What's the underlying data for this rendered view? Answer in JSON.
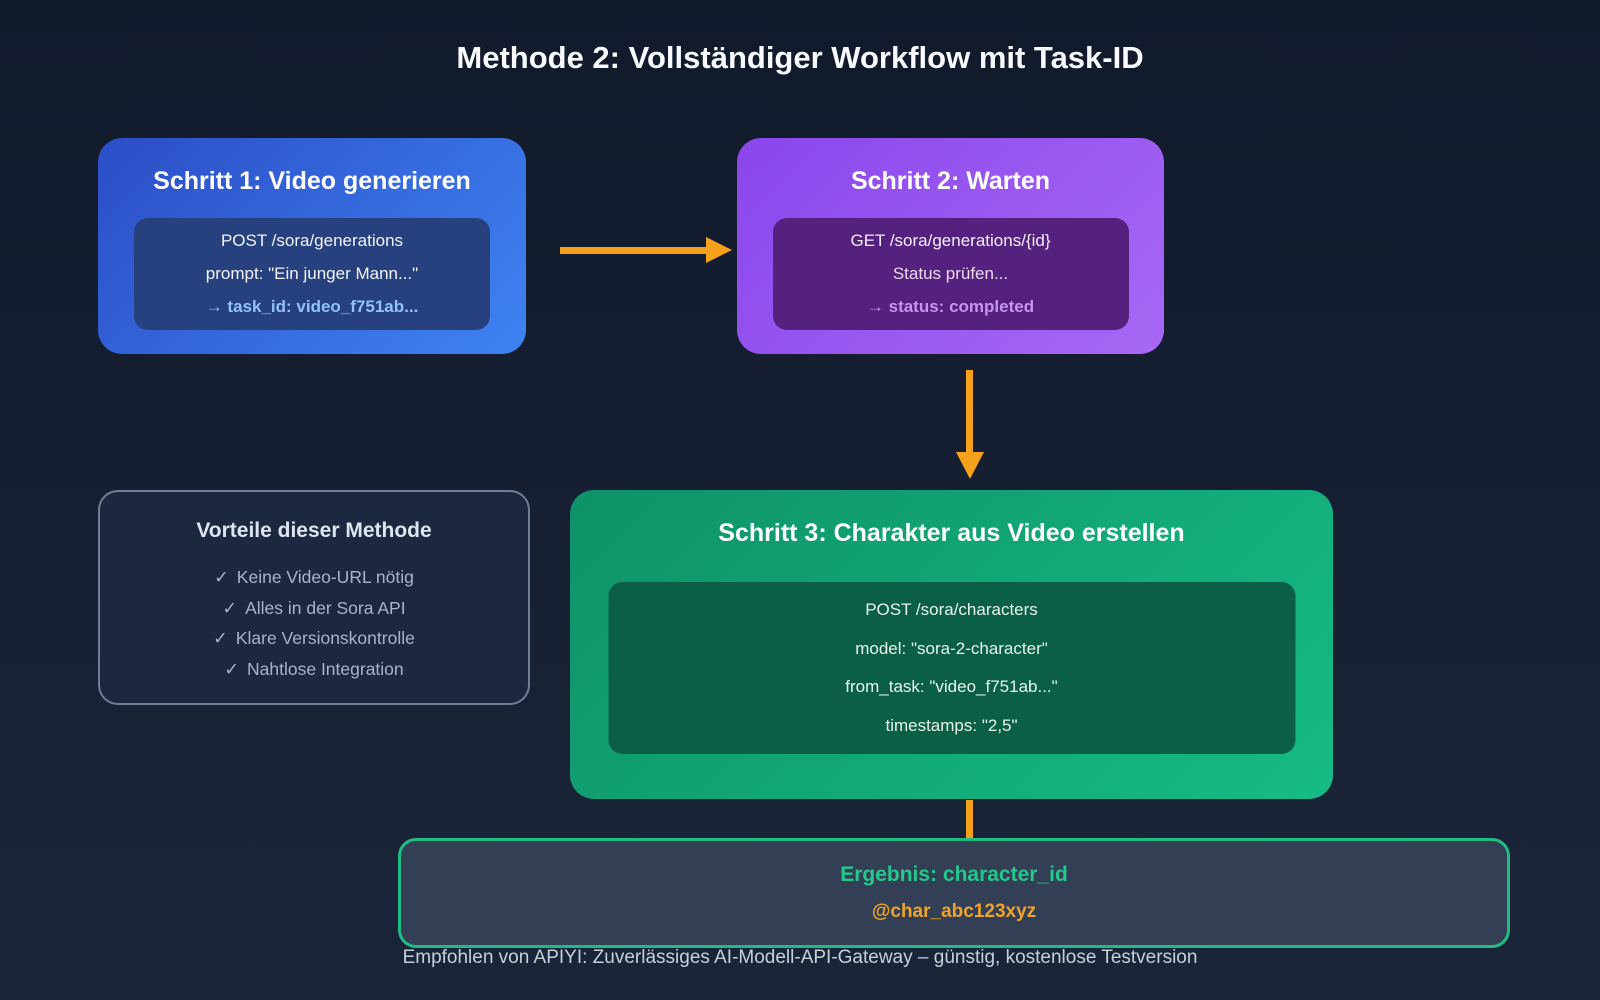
{
  "title": "Methode 2: Vollständiger Workflow mit Task-ID",
  "icons": {
    "check": "✓"
  },
  "colors": {
    "background_top": "#111a2b",
    "background_bottom": "#1b2539",
    "step1_gradient": [
      "#2b4dc6",
      "#3f83f2"
    ],
    "step1_codebox": "#27407e",
    "step1_highlight_text": "#8fc3f7",
    "step2_gradient": [
      "#8a46ec",
      "#a868f4"
    ],
    "step2_codebox": "#54217f",
    "step2_highlight_text": "#c495ee",
    "step3_gradient": [
      "#0e9267",
      "#16bb85"
    ],
    "step3_codebox": "#0c5f47",
    "arrow_orange": "#f5a11b",
    "benefits_border": "#6e7e95",
    "result_border": "#1fbd82",
    "result_title_green": "#25c78b",
    "result_value_orange": "#f0a32b"
  },
  "steps": {
    "step1": {
      "title": "Schritt 1: Video generieren",
      "code": [
        "POST /sora/generations",
        "prompt: \"Ein junger Mann...\"",
        "→ task_id: video_f751ab..."
      ]
    },
    "step2": {
      "title": "Schritt 2: Warten",
      "code": [
        "GET /sora/generations/{id}",
        "Status prüfen...",
        "→ status: completed"
      ]
    },
    "step3": {
      "title": "Schritt 3: Charakter aus Video erstellen",
      "code": [
        "POST /sora/characters",
        "model: \"sora-2-character\"",
        "from_task: \"video_f751ab...\"",
        "timestamps: \"2,5\""
      ]
    }
  },
  "benefits": {
    "title": "Vorteile dieser Methode",
    "items": [
      "Keine Video-URL nötig",
      "Alles in der Sora API",
      "Klare Versionskontrolle",
      "Nahtlose Integration"
    ]
  },
  "result": {
    "title": "Ergebnis: character_id",
    "value": "@char_abc123xyz"
  },
  "footer": "Empfohlen von APIYI: Zuverlässiges AI-Modell-API-Gateway – günstig, kostenlose Testversion"
}
